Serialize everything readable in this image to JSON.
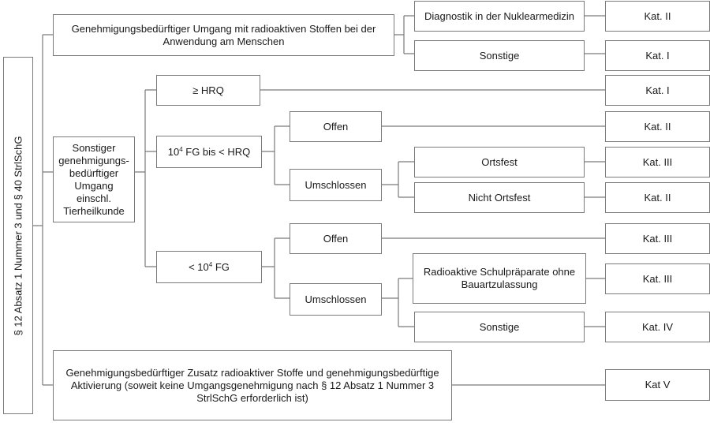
{
  "root": {
    "label": "§ 12 Absatz 1 Nummer 3 und § 40 StrlSchG"
  },
  "branch_medical": {
    "label": "Genehmigungsbedürftiger Umgang mit radioaktiven Stoffen bei der Anwendung am Menschen"
  },
  "diagnostik": {
    "label": "Diagnostik in der Nuklearmedizin",
    "category": "Kat. II"
  },
  "sonstige_med": {
    "label": "Sonstige",
    "category": "Kat. I"
  },
  "branch_other": {
    "label": "Sonstiger genehmigungs-bedürftiger Umgang einschl. Tierheilkunde"
  },
  "hrq_ge": {
    "label": "≥ HRQ",
    "category": "Kat. I"
  },
  "mid": {
    "prefix": "10",
    "sup": "4",
    "suffix": " FG bis < HRQ"
  },
  "mid_offen": {
    "label": "Offen",
    "category": "Kat. II"
  },
  "mid_umschlossen": {
    "label": "Umschlossen"
  },
  "ortsfest": {
    "label": "Ortsfest",
    "category": "Kat. III"
  },
  "nicht_ortsfest": {
    "label": "Nicht Ortsfest",
    "category": "Kat. II"
  },
  "low": {
    "prefix": "< 10",
    "sup": "4",
    "suffix": " FG"
  },
  "low_offen": {
    "label": "Offen",
    "category": "Kat. III"
  },
  "low_umschlossen": {
    "label": "Umschlossen"
  },
  "schulpraeparate": {
    "label": "Radioaktive Schulpräparate ohne Bauartzulassung",
    "category": "Kat. III"
  },
  "sonstige_low": {
    "label": "Sonstige",
    "category": "Kat. IV"
  },
  "branch_activation": {
    "label": "Genehmigungsbedürftiger Zusatz radioaktiver Stoffe und genehmigungsbedürftige Aktivierung (soweit keine Umgangsgenehmigung nach § 12 Absatz 1 Nummer 3 StrlSchG erforderlich ist)",
    "category": "Kat V"
  }
}
